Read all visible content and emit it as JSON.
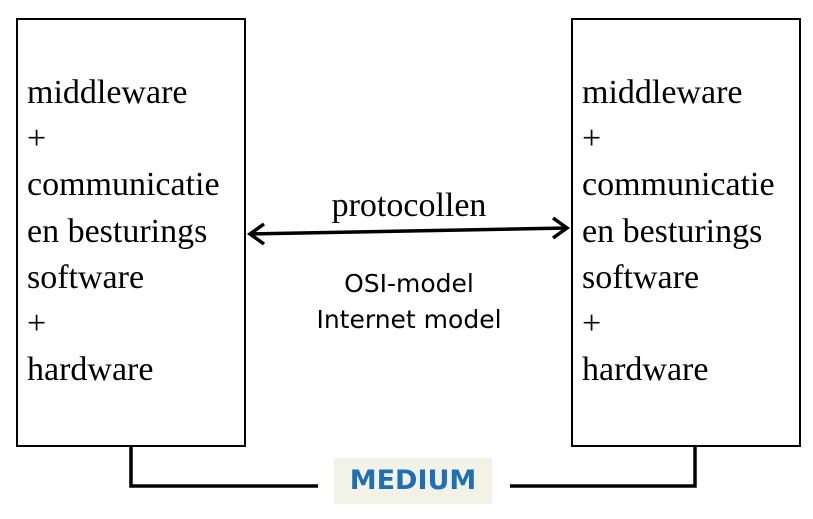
{
  "left_node": {
    "lines": [
      "middleware",
      "+",
      "communicatie",
      "en besturings",
      "software",
      "+",
      "hardware"
    ]
  },
  "right_node": {
    "lines": [
      "middleware",
      "+",
      "communicatie",
      "en besturings",
      "software",
      "+",
      "hardware"
    ]
  },
  "link": {
    "label": "protocollen",
    "models": [
      "OSI-model",
      "Internet model"
    ]
  },
  "medium": {
    "label": "MEDIUM",
    "color": "#1f6fb5",
    "background": "#f3f2e7"
  }
}
